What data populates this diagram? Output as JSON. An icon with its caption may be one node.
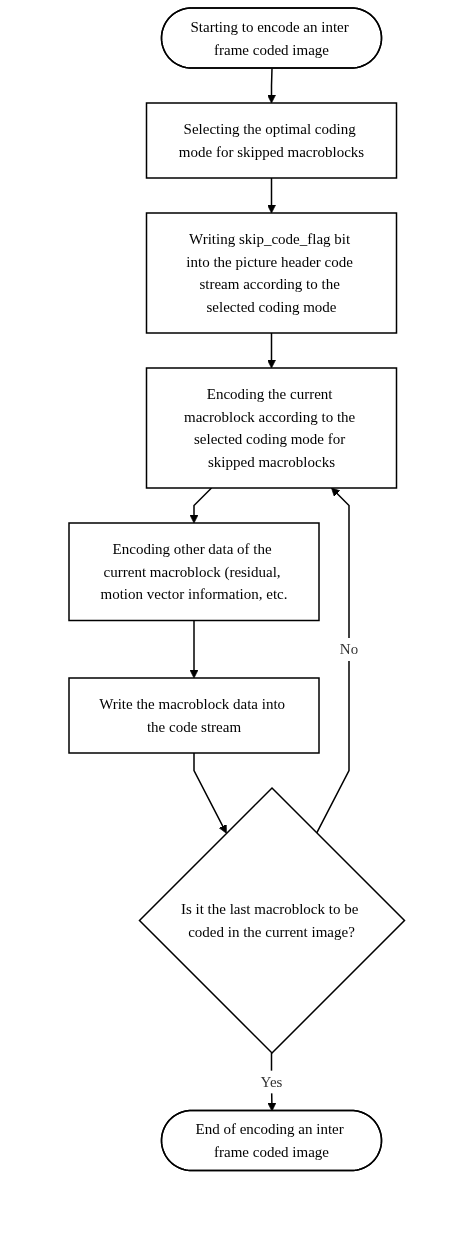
{
  "diagram": {
    "nodes": [
      {
        "text": [
          "Starting to encode an inter frame coded image"
        ]
      },
      {
        "text": [
          "Selecting the optimal coding mode for skipped macroblocks"
        ]
      },
      {
        "text": [
          "Writing skip_code_flag bit into the picture header code stream according to the selected coding mode"
        ]
      },
      {
        "text": [
          "Encoding the current macroblock according to the selected coding mode for skipped macroblocks"
        ]
      },
      {
        "text": [
          "Encoding other data of the current macroblock (residual, motion vector information, etc."
        ]
      },
      {
        "text": [
          "Write the macroblock data into the code stream"
        ]
      },
      {
        "text": [
          "Is it the last macroblock to be coded in the current image?"
        ]
      },
      {
        "text": [
          "End of encoding an inter frame coded image"
        ]
      }
    ],
    "edges": [
      {
        "from": 0,
        "to": 1,
        "arrow": "to"
      },
      {
        "from": 1,
        "to": 2,
        "arrow": "to"
      },
      {
        "from": 2,
        "to": 3,
        "arrow": "to"
      },
      {
        "from": 3,
        "to": 4,
        "arrow": "to"
      },
      {
        "from": 4,
        "to": 5,
        "arrow": "to"
      },
      {
        "from": 5,
        "to": 6,
        "arrow": "to"
      },
      {
        "from": 6,
        "to": 3,
        "label": "No",
        "arrow": "to"
      },
      {
        "from": 6,
        "to": 7,
        "label": "Yes",
        "arrow": "to"
      }
    ]
  }
}
